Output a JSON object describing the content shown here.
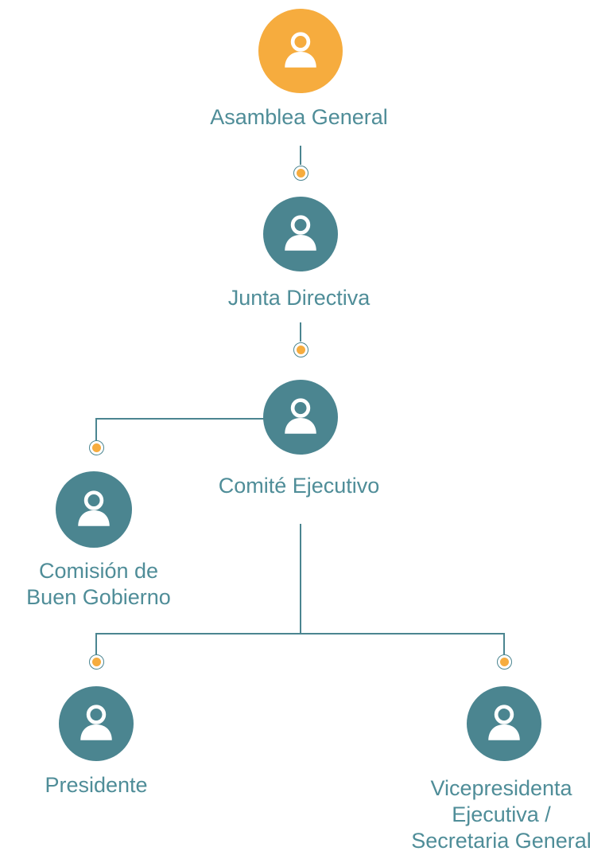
{
  "colors": {
    "accent_node": "#f6ac3e",
    "primary_node": "#4b8590",
    "text": "#4f8d98",
    "connector_dot": "#f6ac3e",
    "line": "#4b8590"
  },
  "icons": {
    "person": "person-icon",
    "connector": "connector-dot-icon"
  },
  "nodes": {
    "asamblea": {
      "label_lines": [
        "Asamblea General"
      ]
    },
    "junta": {
      "label_lines": [
        "Junta Directiva"
      ]
    },
    "comite": {
      "label_lines": [
        "Comité Ejecutivo"
      ]
    },
    "comision": {
      "label_lines": [
        "Comisión de",
        "Buen Gobierno"
      ]
    },
    "presidente": {
      "label_lines": [
        "Presidente"
      ]
    },
    "vicepresidenta": {
      "label_lines": [
        "Vicepresidenta",
        "Ejecutiva /",
        "Secretaria General"
      ]
    }
  }
}
